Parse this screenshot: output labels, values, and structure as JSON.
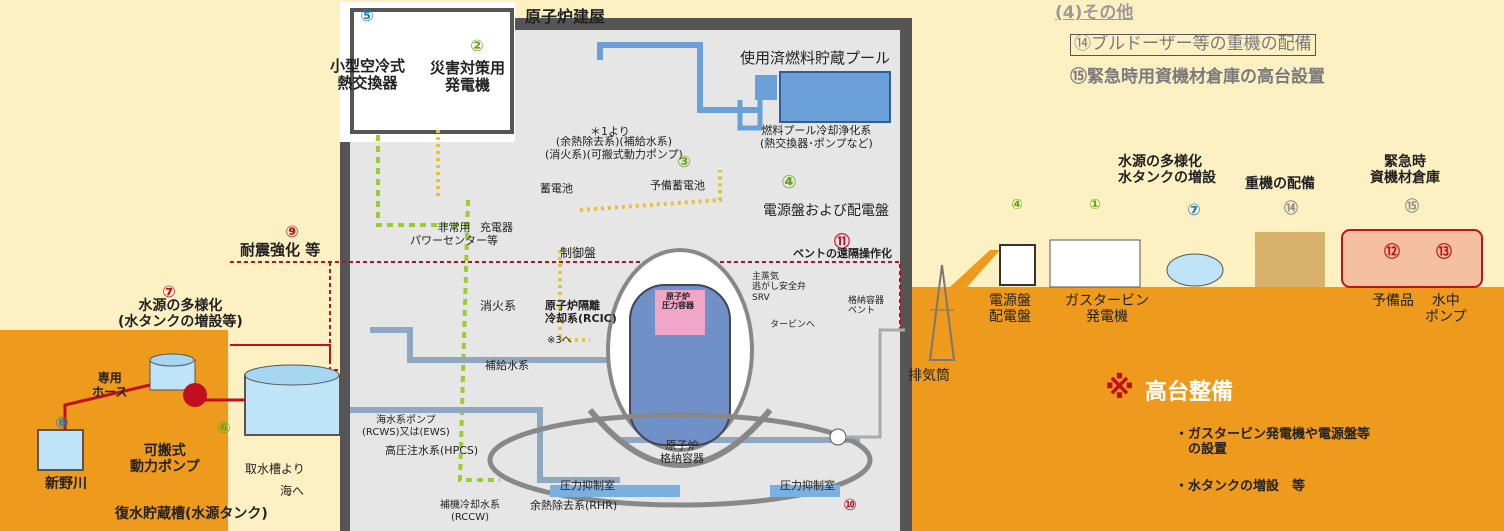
{
  "colors": {
    "ground": "#ee9a1c",
    "building": "#555555",
    "wall": "#dcdcdc",
    "water": "#bfe4f7",
    "accent": "#c0101e",
    "green": "#6aa51a",
    "blue": "#1e7fc4"
  },
  "others": {
    "heading": "(4)その他",
    "item14": "⑭ブルドーザー等の重機の配備",
    "item15": "⑮緊急時用資機材倉庫の高台設置"
  },
  "building": {
    "title": "原子炉建屋",
    "pool": "使用済燃料貯蔵プール",
    "n5": "⑤",
    "small_hx": "小型空冷式\n熱交換器",
    "n2": "②",
    "gen": "災害対策用\n発電機",
    "star": "＊1より",
    "systems": "(余熱除去系)(補給水系)\n(消火系)(可搬式動力ポンプ)",
    "n3": "③",
    "spare_batt": "予備蓄電池",
    "fuel_pool_clean": "燃料プール冷却浄化系\n(熱交換器･ポンプなど)",
    "n4": "④",
    "panel": "電源盤および配電盤",
    "emerg_power": "非常用\nパワーセンター等",
    "charger": "充電器",
    "battery": "蓄電池",
    "control": "制御盤",
    "fire": "消火系",
    "rcic": "原子炉隔離\n冷却系(RCIC)",
    "srv": "主蒸気\n逃がし安全弁\nSRV",
    "turbine": "タービンへ",
    "vessel": "原子炉\n圧力容器",
    "n11": "⑪",
    "vent_ctrl": "ベントの遠隔操作化",
    "vent": "格納容器\nベント",
    "makeup": "補給水系",
    "note3": "※3へ",
    "hpcs": "高圧注水系(HPCS)",
    "rcws": "海水系ポンプ\n(RCWS)又は(EWS)",
    "intake": "取水槽より",
    "sea": "海へ",
    "rccw": "補機冷却水系\n(RCCW)",
    "rhr": "余熱除去系(RHR)",
    "suppr1": "圧力抑制室",
    "containment": "原子炉\n格納容器",
    "suppr2": "圧力抑制室",
    "n10": "⑩"
  },
  "left": {
    "n9": "⑨",
    "seismic": "耐震強化 等",
    "n7": "⑦",
    "water_div": "水源の多様化\n(水タンクの増設等)",
    "hose": "専用\nホース",
    "n8": "⑧",
    "river": "新野川",
    "n6": "⑥",
    "pump": "可搬式\n動力ポンプ",
    "tank": "復水貯蔵槽(水源タンク)"
  },
  "right": {
    "stack": "排気筒",
    "col_titles": [
      "水源の多様化\n水タンクの増設",
      "重機の配備",
      "緊急時\n資機材倉庫"
    ],
    "nums": [
      "④",
      "①",
      "⑦",
      "⑭",
      "⑮",
      "⑫",
      "⑬"
    ],
    "panel": "電源盤\n配電盤",
    "gas": "ガスタービン\n発電機",
    "spare": "予備品",
    "subpump": "水中\nポンプ",
    "mark": "※",
    "hl_title": "高台整備",
    "hl_items": [
      "・ガスタービン発電機や電源盤等\n　の設置",
      "・水タンクの増設　等"
    ]
  }
}
